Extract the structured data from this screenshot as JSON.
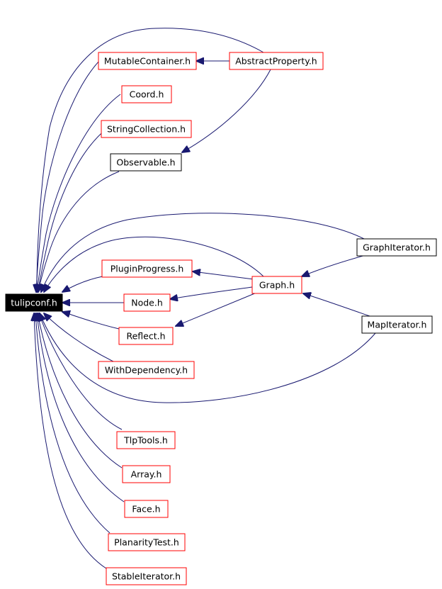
{
  "nodes": {
    "tulipconf": "tulipconf.h",
    "mutablecontainer": "MutableContainer.h",
    "abstractproperty": "AbstractProperty.h",
    "coord": "Coord.h",
    "stringcollection": "StringCollection.h",
    "observable": "Observable.h",
    "graphiterator": "GraphIterator.h",
    "pluginprogress": "PluginProgress.h",
    "graph": "Graph.h",
    "node": "Node.h",
    "reflect": "Reflect.h",
    "mapiterator": "MapIterator.h",
    "withdependency": "WithDependency.h",
    "tlptools": "TlpTools.h",
    "array": "Array.h",
    "face": "Face.h",
    "planaritytest": "PlanarityTest.h",
    "stableiterator": "StableIterator.h"
  },
  "colors": {
    "edge": "#191970",
    "linked_border": "#ff0000",
    "plain_border": "#000000",
    "root_fill": "#000000",
    "root_text": "#ffffff"
  }
}
